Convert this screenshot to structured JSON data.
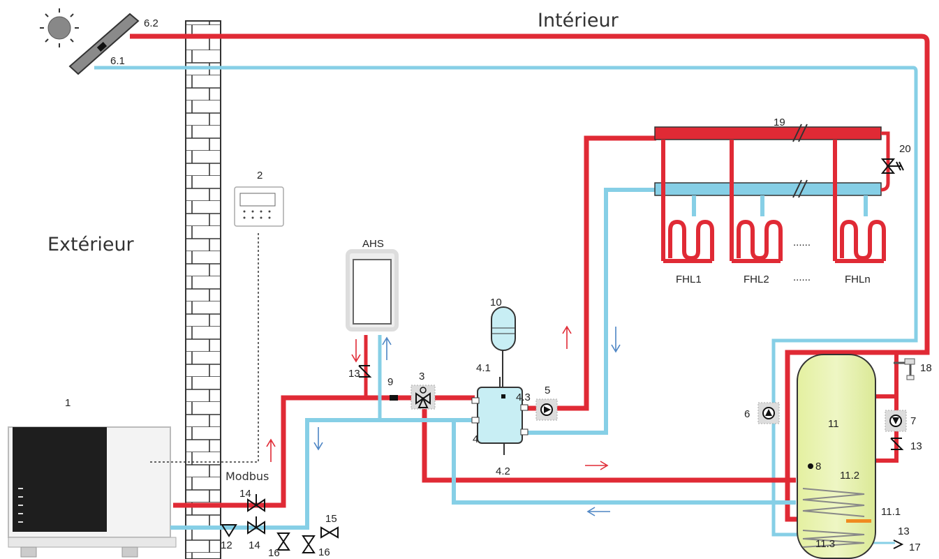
{
  "zones": {
    "indoor": "Intérieur",
    "outdoor": "Extérieur"
  },
  "communication": "Modbus",
  "devices": {
    "heat_pump": "1",
    "controller": "2",
    "three_way_valve": "3",
    "buffer": "4",
    "buffer_vent": "4.1",
    "buffer_drain": "4.2",
    "buffer_outlet": "4.3",
    "pump_circuit": "5",
    "pump_dhw": "6",
    "pump_return": "7",
    "sensor": "8",
    "sensor_9": "9",
    "expansion_vessel": "10",
    "dhw_tank": "11",
    "coil_1": "11.1",
    "coil_2": "11.2",
    "coil_3": "11.3",
    "filter": "12",
    "check_valve": "13",
    "shutoff_valve": "14",
    "safety_valve": "15",
    "drain_valve": "16",
    "cold_water": "17",
    "tap": "18",
    "manifold": "19",
    "bypass_valve": "20",
    "solar_collector_hot": "6.2",
    "solar_collector_cold": "6.1",
    "aux_heat_source": "AHS"
  },
  "floor_loops": [
    "FHL1",
    "FHL2",
    "FHLn"
  ],
  "ellipsis": "......",
  "colors": {
    "supply": "#e02a35",
    "return": "#86cfe6",
    "tank": "#e6f0a8",
    "wall": "#ffffff"
  }
}
